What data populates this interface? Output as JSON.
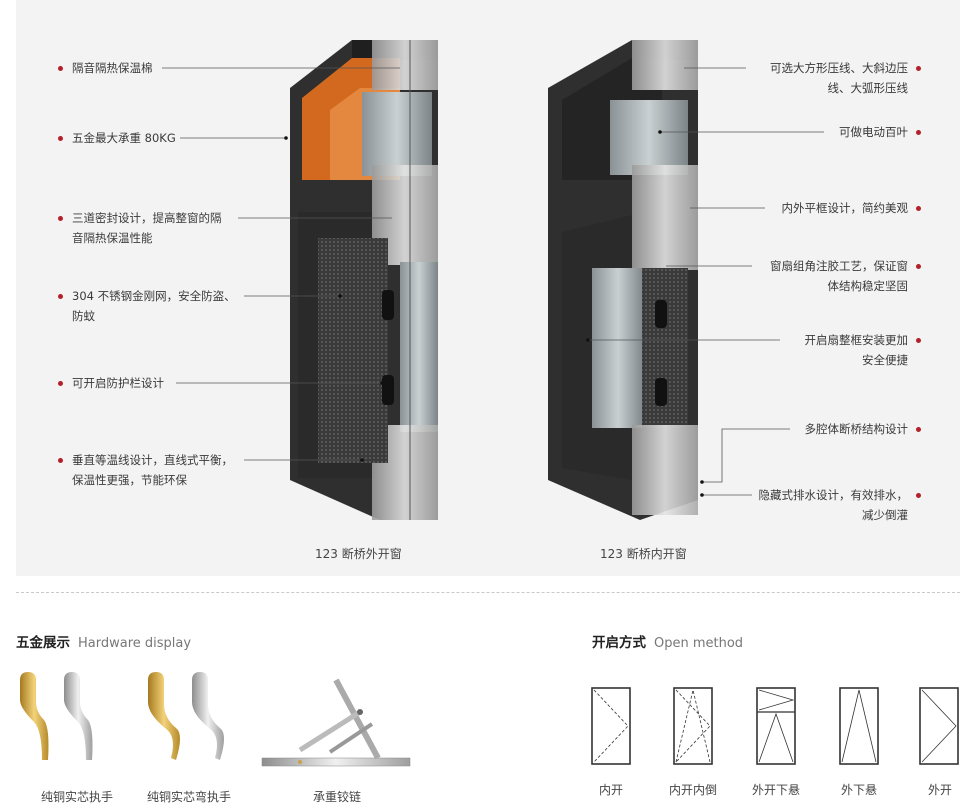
{
  "left_callouts": [
    {
      "text": "隔音隔热保温棉"
    },
    {
      "text": "五金最大承重 80KG"
    },
    {
      "text": "三道密封设计，提高整窗的隔",
      "text2": "音隔热保温性能"
    },
    {
      "text": "304 不锈钢金刚网，安全防盗、",
      "text2": "防蚊"
    },
    {
      "text": "可开启防护栏设计"
    },
    {
      "text": "垂直等温线设计，直线式平衡，",
      "text2": "保温性更强，节能环保"
    }
  ],
  "right_callouts": [
    {
      "text": "可选大方形压线、大斜边压",
      "text2": "线、大弧形压线"
    },
    {
      "text": "可做电动百叶"
    },
    {
      "text": "内外平框设计，简约美观"
    },
    {
      "text": "窗扇组角注胶工艺，保证窗",
      "text2": "体结构稳定坚固"
    },
    {
      "text": "开启扇整框安装更加",
      "text2": "安全便捷"
    },
    {
      "text": "多腔体断桥结构设计"
    },
    {
      "text": "隐藏式排水设计，有效排水，",
      "text2": "减少倒灌"
    }
  ],
  "captions": {
    "left": "123 断桥外开窗",
    "right": "123 断桥内开窗"
  },
  "hardware": {
    "title": "五金展示",
    "subtitle": "Hardware display",
    "items": [
      {
        "label": "纯铜实芯执手"
      },
      {
        "label": "纯铜实芯弯执手"
      },
      {
        "label": "承重铰链"
      }
    ]
  },
  "open_method": {
    "title": "开启方式",
    "subtitle": "Open method",
    "items": [
      {
        "label": "内开"
      },
      {
        "label": "内开内倒"
      },
      {
        "label": "外开下悬"
      },
      {
        "label": "外下悬"
      },
      {
        "label": "外开"
      }
    ]
  },
  "colors": {
    "accent": "#b3202a",
    "frame": "#2e2e2e",
    "insulation": "#d2691e",
    "panel_bg": "#f3f3f3"
  }
}
